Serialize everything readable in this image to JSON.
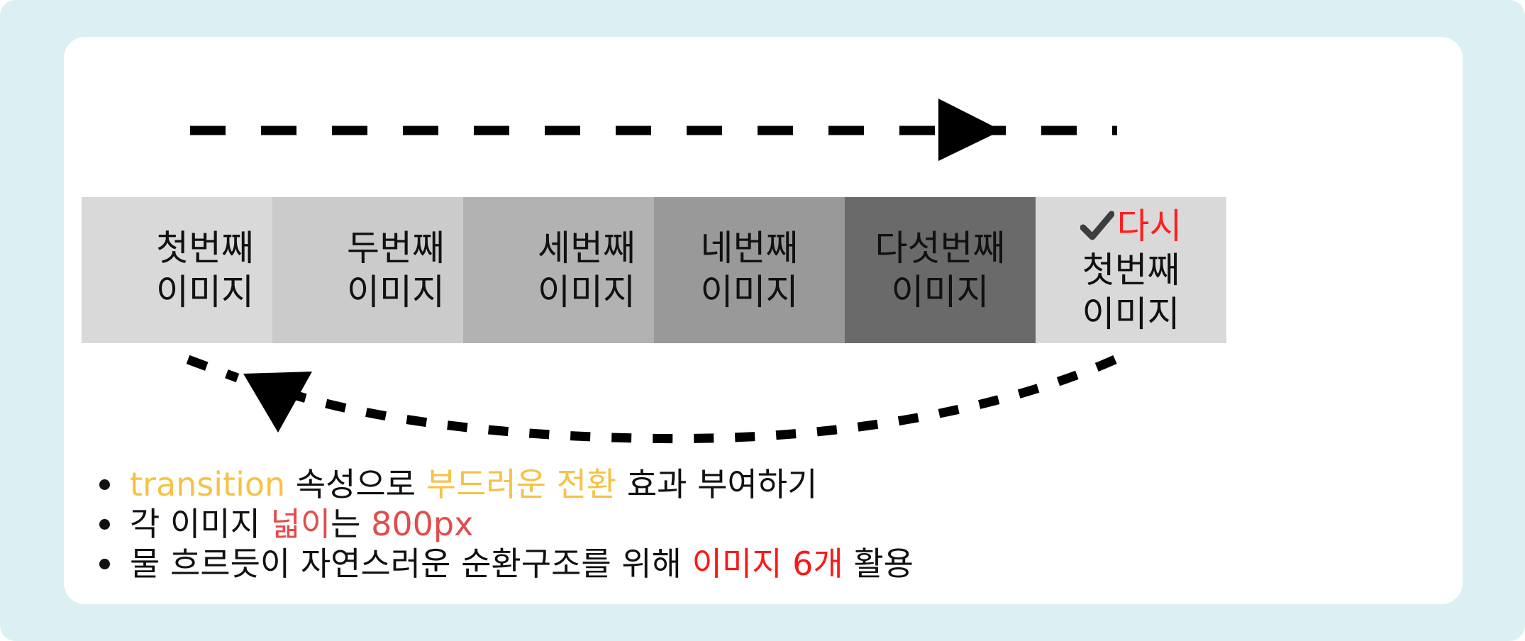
{
  "colors": {
    "frame_bg": "#dcf0f3",
    "card_bg": "#ffffff",
    "cells": [
      "#d9d9d9",
      "#cbcbcb",
      "#b2b2b2",
      "#999999",
      "#6a6a6a",
      "#d9d9d9"
    ],
    "highlight_yellow": "#f6c245",
    "highlight_red_soft": "#e34c4c",
    "highlight_red": "#ff1616"
  },
  "icons": {
    "top_arrow": "dashed-arrow-right-icon",
    "bottom_arrow": "curved-dashed-arrow-left-icon",
    "check": "checkmark-icon"
  },
  "cells": [
    {
      "label": "첫번째\n이미지"
    },
    {
      "label": "두번째\n이미지"
    },
    {
      "label": "세번째\n이미지"
    },
    {
      "label": "네번째\n이미지"
    },
    {
      "label": "다섯번째\n이미지"
    },
    {
      "again": "다시",
      "label": "첫번째\n이미지"
    }
  ],
  "bullets": {
    "b1": {
      "hl1": "transition",
      "t1": "속성으로",
      "hl2": "부드러운 전환",
      "t2": "효과 부여하기"
    },
    "b2": {
      "t1": "각 이미지",
      "hl1": "넓이",
      "t2": "는",
      "hl2": "800px"
    },
    "b3": {
      "t1": "물 흐르듯이 자연스러운 순환구조를 위해",
      "hl1": "이미지 6개",
      "t2": "활용"
    }
  }
}
